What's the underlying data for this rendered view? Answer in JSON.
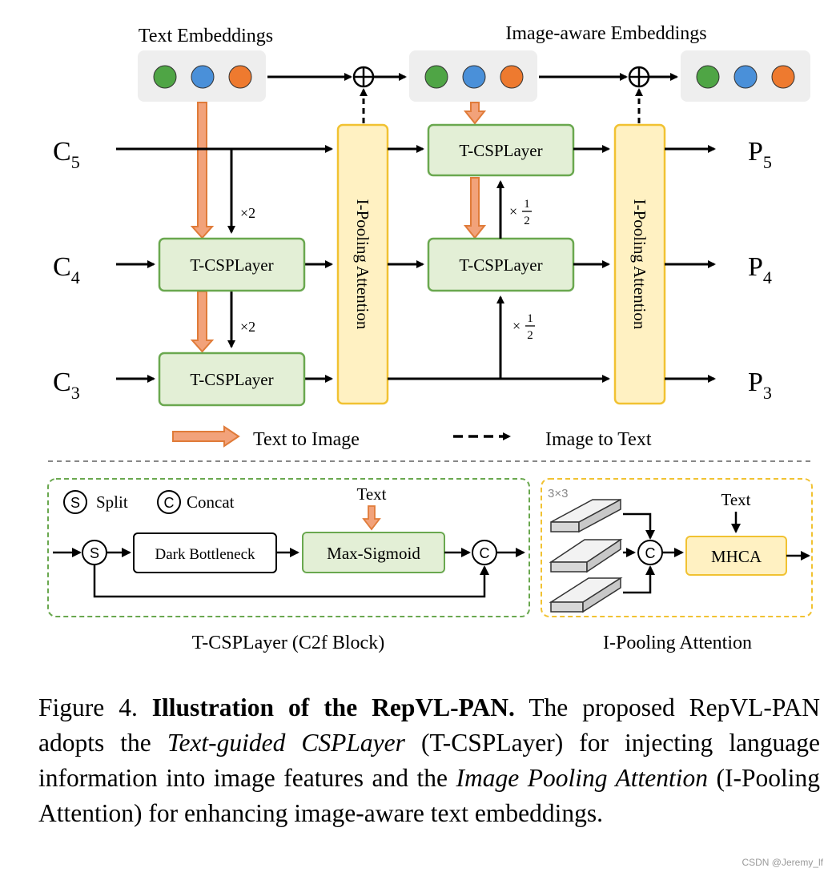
{
  "colors": {
    "green_fill": "#e3efd6",
    "green_stroke": "#6aa84f",
    "yellow_fill": "#fff1c2",
    "yellow_stroke": "#f1c232",
    "orange_arrow": "#f2a27a",
    "orange_arrow_stroke": "#e07b39",
    "dot_green": "#4fa545",
    "dot_blue": "#4a90d9",
    "dot_orange": "#ee7a2f",
    "panel_gray": "#eeeeee"
  },
  "top": {
    "text_embeddings_label": "Text Embeddings",
    "image_aware_label": "Image-aware Embeddings"
  },
  "inputs": [
    {
      "main": "C",
      "sub": "5"
    },
    {
      "main": "C",
      "sub": "4"
    },
    {
      "main": "C",
      "sub": "3"
    }
  ],
  "outputs": [
    {
      "main": "P",
      "sub": "5"
    },
    {
      "main": "P",
      "sub": "4"
    },
    {
      "main": "P",
      "sub": "3"
    }
  ],
  "blocks": {
    "tcsp": "T-CSPLayer",
    "ipool": "I-Pooling Attention"
  },
  "multipliers": {
    "x2": "×2",
    "half_times": "×",
    "half_num": "1",
    "half_den": "2"
  },
  "legend": {
    "text_to_image": "Text to Image",
    "image_to_text": "Image to Text"
  },
  "bottom_left": {
    "split_symbol": "S",
    "split_label": "Split",
    "concat_symbol": "C",
    "concat_label": "Concat",
    "text_label": "Text",
    "dark_bottleneck": "Dark Bottleneck",
    "max_sigmoid": "Max-Sigmoid",
    "caption": "T-CSPLayer (C2f Block)"
  },
  "bottom_right": {
    "kernel_label": "3×3",
    "text_label": "Text",
    "concat_symbol": "C",
    "mhca": "MHCA",
    "caption": "I-Pooling Attention"
  },
  "caption": {
    "fig_label": "Figure 4.",
    "title": "Illustration of the RepVL-PAN.",
    "part1": "The proposed RepVL-PAN adopts the",
    "ital1": "Text-guided CSPLayer",
    "part2": "(T-CSPLayer) for injecting language information into image features and the",
    "ital2": "Image Pooling Attention",
    "part3": "(I-Pooling Attention) for enhancing image-aware text embeddings."
  },
  "watermark": "CSDN @Jeremy_lf"
}
